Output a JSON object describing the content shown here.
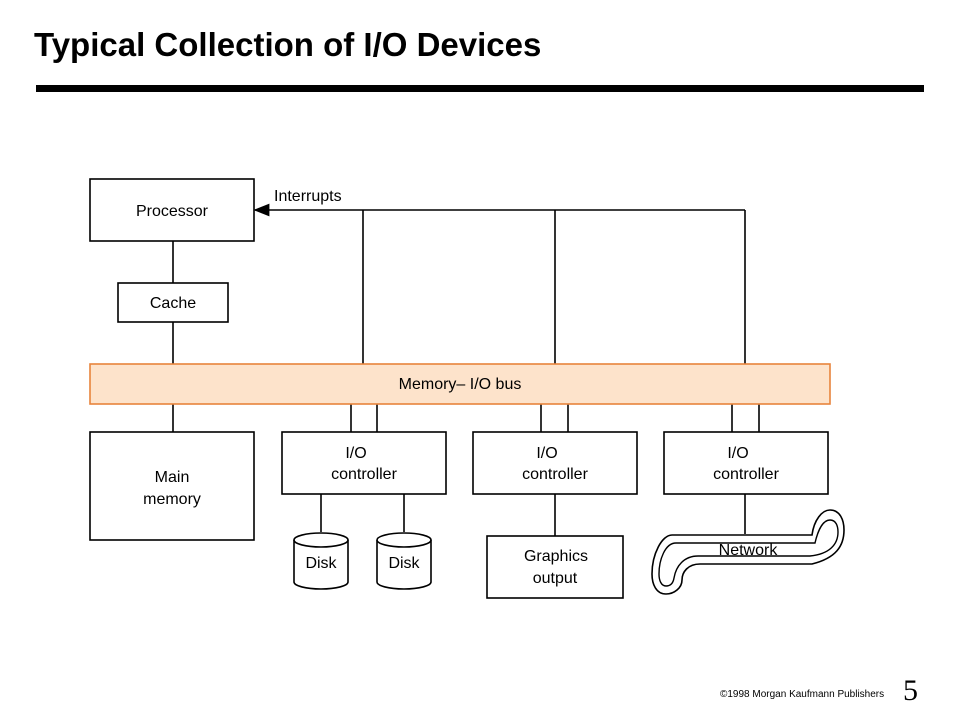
{
  "slide": {
    "title": "Typical Collection of I/O Devices",
    "copyright": "©1998  Morgan Kaufmann Publishers",
    "page_number": "5"
  },
  "diagram": {
    "processor": "Processor",
    "interrupts": "Interrupts",
    "cache": "Cache",
    "bus": "Memory– I/O bus",
    "main_memory": [
      "Main",
      "memory"
    ],
    "io_controller": [
      "I/O",
      "controller"
    ],
    "disk": "Disk",
    "graphics_output": [
      "Graphics",
      "output"
    ],
    "network": "Network"
  },
  "colors": {
    "bus_fill": "#fde3cb",
    "bus_border": "#e8843c",
    "line": "#000000"
  }
}
